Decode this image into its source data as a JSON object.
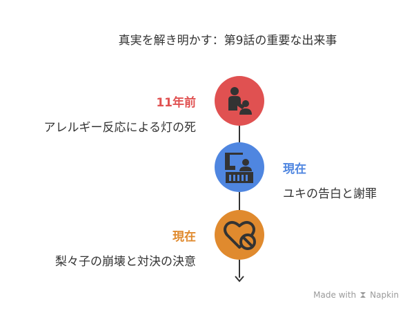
{
  "title": "真実を解き明かす：第9話の重要な出来事",
  "events": [
    {
      "label": "11年前",
      "description": "アレルギー反応による灯の死",
      "color": "#e05151",
      "icon": "person-with-child-icon"
    },
    {
      "label": "現在",
      "description": "ユキの告白と謝罪",
      "color": "#4f86e0",
      "icon": "confession-podium-icon"
    },
    {
      "label": "現在",
      "description": "梨々子の崩壊と対決の決意",
      "color": "#e08a2e",
      "icon": "broken-heart-icon"
    }
  ],
  "footer": {
    "made_with": "Made with",
    "brand": "Napkin"
  }
}
